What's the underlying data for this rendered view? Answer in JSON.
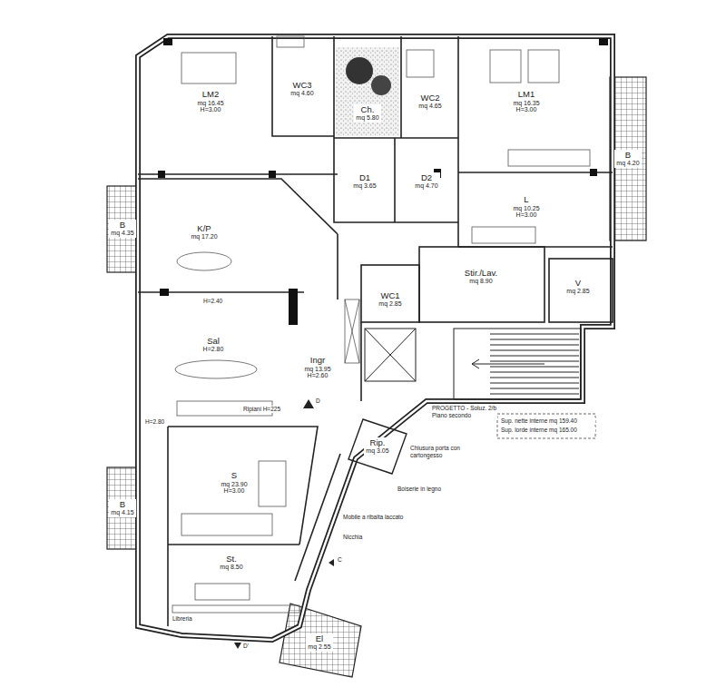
{
  "diagram": {
    "nodes": [
      {
        "text": [
          "LM2",
          "mq 16.45",
          "H=3.00"
        ]
      },
      {
        "text": [
          "WC3",
          "mq 4.60"
        ]
      },
      {
        "text": [
          "Ch.",
          "mq 5.80"
        ]
      },
      {
        "text": [
          "WC2",
          "mq 4.65"
        ]
      },
      {
        "text": [
          "LM1",
          "mq 16.35",
          "H=3.00"
        ]
      },
      {
        "text": [
          "B",
          "mq 4.20"
        ]
      },
      {
        "text": [
          "D1",
          "mq 3.65"
        ]
      },
      {
        "text": [
          "D2",
          "mq 4.70"
        ]
      },
      {
        "text": [
          "L",
          "mq 10.25",
          "H=3.00"
        ]
      },
      {
        "text": [
          "B",
          "mq 4.35"
        ]
      },
      {
        "text": [
          "K/P",
          "mq 17.20"
        ]
      },
      {
        "text": [
          "WC1",
          "mq 2.85"
        ]
      },
      {
        "text": [
          "Stir./Lav.",
          "mq 8.90"
        ]
      },
      {
        "text": [
          "V",
          "mq 2.85"
        ]
      },
      {
        "text": [
          "Sal",
          "H=2.80"
        ]
      },
      {
        "text": [
          "Ingr",
          "mq 13.95",
          "H=2.60"
        ]
      },
      {
        "text": [
          "Rip.",
          "mq 3.05"
        ]
      },
      {
        "text": [
          "B",
          "mq 4.15"
        ]
      },
      {
        "text": [
          "S",
          "mq 23.90",
          "H=3.00"
        ]
      },
      {
        "text": [
          "St.",
          "mq 8.50"
        ]
      },
      {
        "text": [
          "El",
          "mq 2.55"
        ]
      }
    ],
    "labels": [
      "H=2.40",
      "Ripiani H=225",
      "H=2.80",
      "Libreria",
      "Chiusura porta con cartongesso",
      "Boiserie in legno",
      "Mobile a ribalta laccato",
      "Nicchia",
      "C",
      "D",
      "D'",
      "PROGETTO - Soluz. 2/b Piano secondo",
      "Sup. nette interne mq 159.40",
      "Sup. lorde interne mq 165.00"
    ]
  }
}
